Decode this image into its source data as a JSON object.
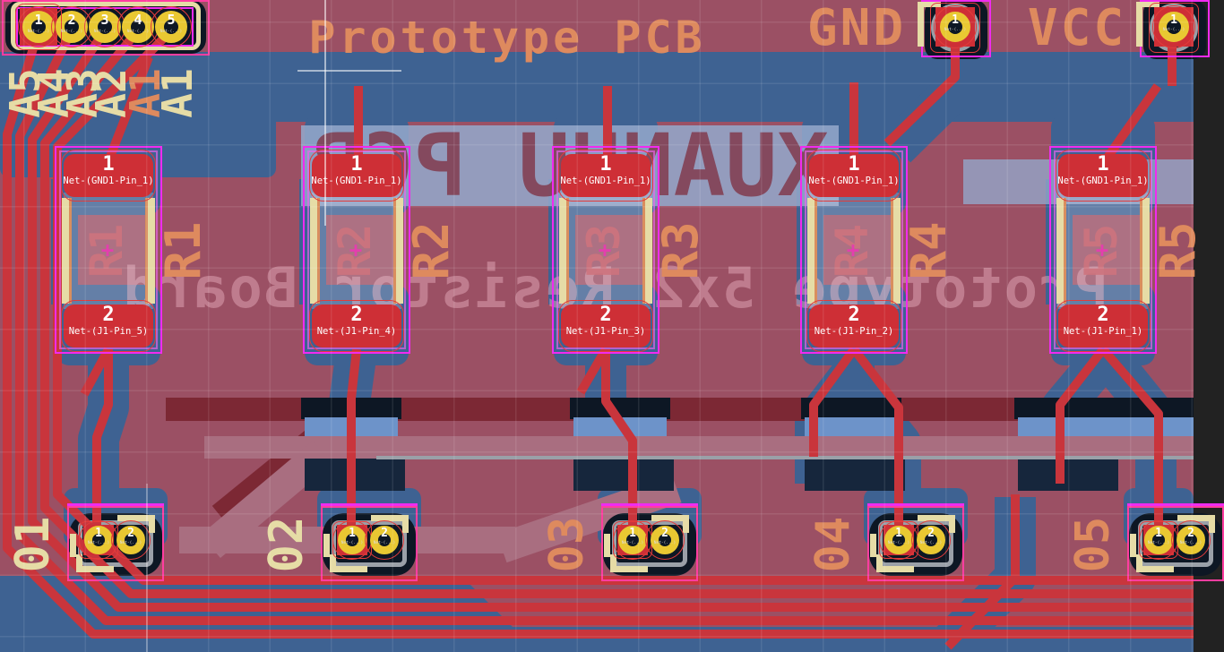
{
  "silkscreen": {
    "title": "Prototype PCB",
    "gnd_label": "GND",
    "vcc_label": "VCC",
    "back_title_mirrored": "XUANHU PCB",
    "back_subtitle_mirrored": "Prototype 5x2 Resistor Board"
  },
  "pad_micro_text": "Net-(...)",
  "header_connector": {
    "pins": [
      {
        "number": "1"
      },
      {
        "number": "2"
      },
      {
        "number": "3"
      },
      {
        "number": "4"
      },
      {
        "number": "5"
      }
    ],
    "pin_labels": [
      {
        "text": "A5",
        "color": "pale"
      },
      {
        "text": "A4",
        "color": "pale"
      },
      {
        "text": "A3",
        "color": "pale"
      },
      {
        "text": "A2",
        "color": "pale"
      },
      {
        "text": "A1",
        "color": "orange"
      },
      {
        "text": "A1",
        "color": "pale"
      }
    ]
  },
  "power_pads": [
    {
      "label": "GND",
      "pin": "1"
    },
    {
      "label": "VCC",
      "pin": "1"
    }
  ],
  "resistors": [
    {
      "ref": "R1",
      "pads": [
        {
          "number": "1",
          "net": "Net-(GND1-Pin_1)"
        },
        {
          "number": "2",
          "net": "Net-(J1-Pin_5)"
        }
      ]
    },
    {
      "ref": "R2",
      "pads": [
        {
          "number": "1",
          "net": "Net-(GND1-Pin_1)"
        },
        {
          "number": "2",
          "net": "Net-(J1-Pin_4)"
        }
      ]
    },
    {
      "ref": "R3",
      "pads": [
        {
          "number": "1",
          "net": "Net-(GND1-Pin_1)"
        },
        {
          "number": "2",
          "net": "Net-(J1-Pin_3)"
        }
      ]
    },
    {
      "ref": "R4",
      "pads": [
        {
          "number": "1",
          "net": "Net-(GND1-Pin_1)"
        },
        {
          "number": "2",
          "net": "Net-(J1-Pin_2)"
        }
      ]
    },
    {
      "ref": "R5",
      "pads": [
        {
          "number": "1",
          "net": "Net-(GND1-Pin_1)"
        },
        {
          "number": "2",
          "net": "Net-(J1-Pin_1)"
        }
      ]
    }
  ],
  "bottom_connectors": [
    {
      "label": "01",
      "pins": [
        {
          "number": "1"
        },
        {
          "number": "2"
        }
      ]
    },
    {
      "label": "02",
      "pins": [
        {
          "number": "1"
        },
        {
          "number": "2"
        }
      ]
    },
    {
      "label": "03",
      "pins": [
        {
          "number": "1"
        },
        {
          "number": "2"
        }
      ]
    },
    {
      "label": "04",
      "pins": [
        {
          "number": "1"
        },
        {
          "number": "2"
        }
      ]
    },
    {
      "label": "05",
      "pins": [
        {
          "number": "1"
        },
        {
          "number": "2"
        }
      ]
    }
  ],
  "colors": {
    "board": "#9b5064",
    "copper_top": "#c9353c",
    "copper_bottom": "#3e6292",
    "copper_bottom_light": "#6d93c9",
    "back_trace_dark": "#7c2834",
    "back_trace_mauve": "#a96e80",
    "silk_orange": "#de8a5e",
    "silk_pale_yellow": "#e6dca6",
    "back_silk_blue": "#93a6c9",
    "pad_gold": "#e9c832",
    "pad_red": "#ce2f36",
    "selection_magenta": "#f02bf0",
    "selection_pink": "#ff3da0"
  }
}
